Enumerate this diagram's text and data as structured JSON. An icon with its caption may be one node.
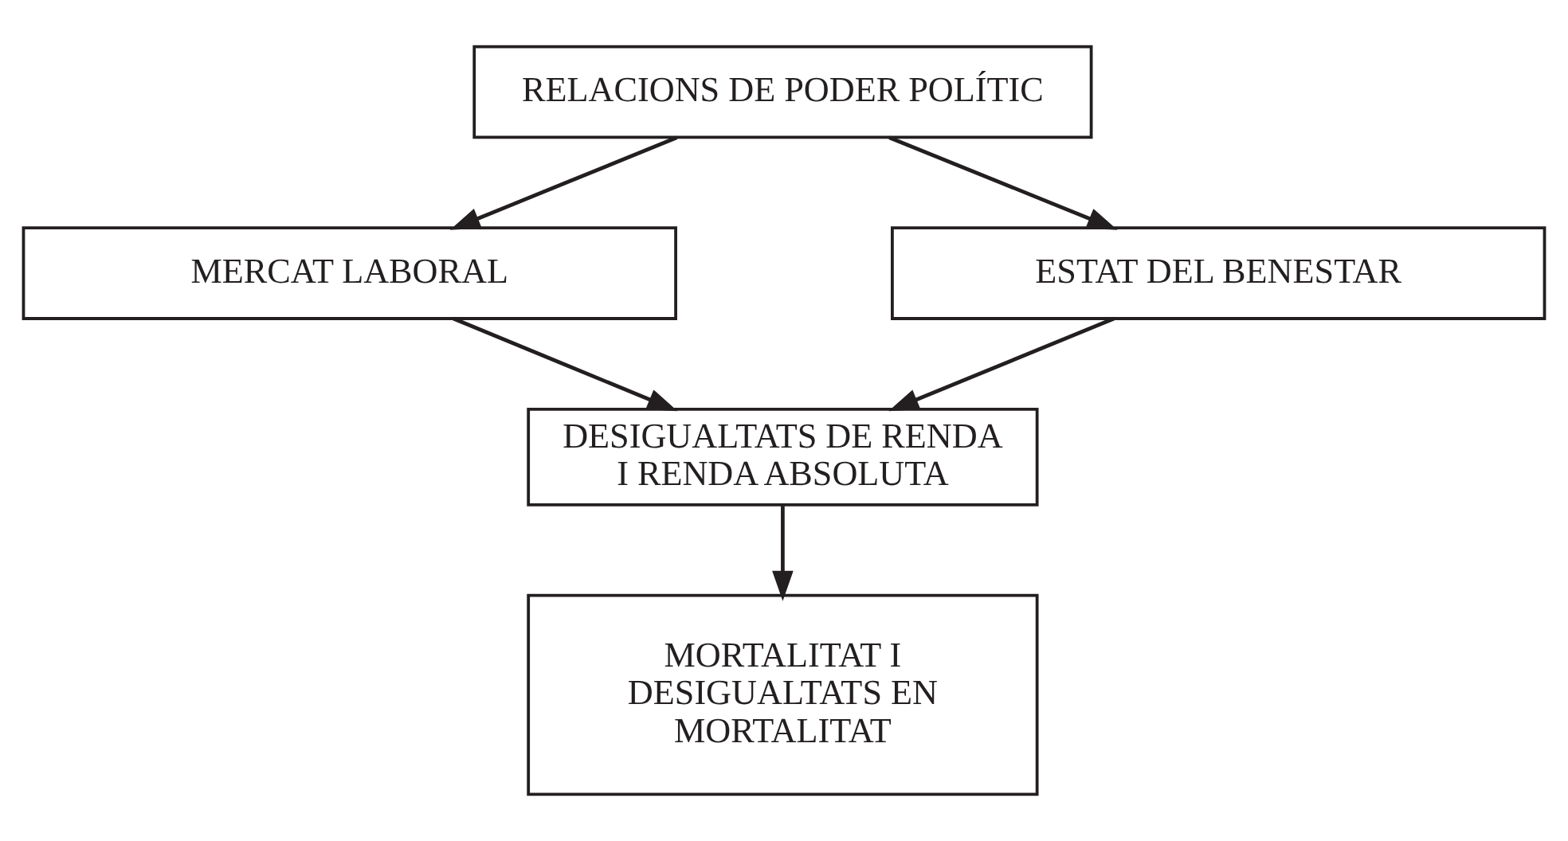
{
  "diagram": {
    "nodes": [
      {
        "text": [
          "RELACIONS DE PODER POLÍTIC"
        ]
      },
      {
        "text": [
          "MERCAT LABORAL"
        ]
      },
      {
        "text": [
          "ESTAT DEL BENESTAR"
        ]
      },
      {
        "text": [
          "DESIGUALTATS DE RENDA I RENDA ABSOLUTA"
        ]
      },
      {
        "text": [
          "MORTALITAT I DESIGUALTATS EN MORTALITAT"
        ]
      }
    ],
    "edges": [
      {
        "from": 0,
        "to": 1,
        "arrow": "to"
      },
      {
        "from": 0,
        "to": 2,
        "arrow": "to"
      },
      {
        "from": 1,
        "to": 3,
        "arrow": "to"
      },
      {
        "from": 2,
        "to": 3,
        "arrow": "to"
      },
      {
        "from": 3,
        "to": 4,
        "arrow": "to"
      }
    ]
  }
}
